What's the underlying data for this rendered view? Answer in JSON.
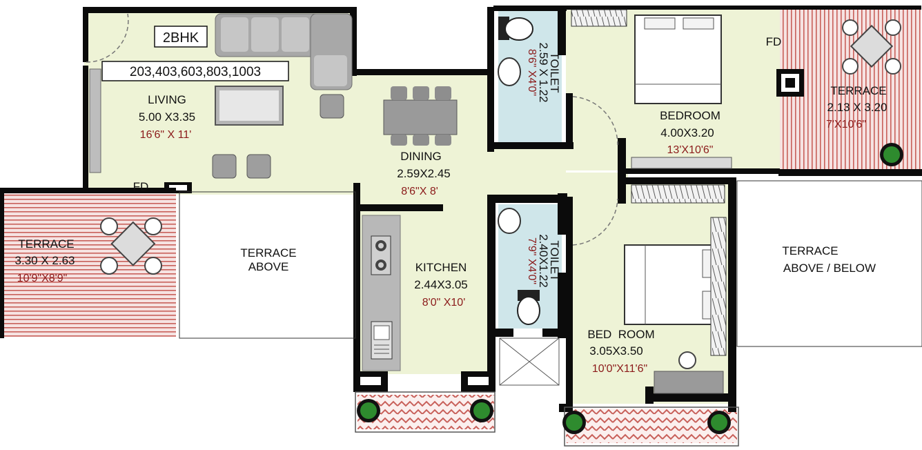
{
  "plan": {
    "type_badge": "2BHK",
    "flat_numbers": "203,403,603,803,1003"
  },
  "rooms": {
    "living": {
      "name": "LIVING",
      "metric": "5.00 X3.35",
      "feet": "16'6\" X 11'"
    },
    "dining": {
      "name": "DINING",
      "metric": "2.59X2.45",
      "feet": "8'6\"X 8'"
    },
    "kitchen": {
      "name": "KITCHEN",
      "metric": "2.44X3.05",
      "feet": "8'0\" X10'"
    },
    "toilet1": {
      "name": "TOILET",
      "metric": "2.59 X 1.22",
      "feet": "8'6\" X4'0\""
    },
    "toilet2": {
      "name": "TOILET",
      "metric": "2.40X1.22",
      "feet": "7'9\" X4'0\""
    },
    "bedroom1": {
      "name": "BEDROOM",
      "metric": "4.00X3.20",
      "feet": "13'X10'6\""
    },
    "bedroom2": {
      "name": "BED  ROOM",
      "metric": "3.05X3.50",
      "feet": "10'0\"X11'6\""
    },
    "terrace_left": {
      "name": "TERRACE",
      "metric": "3.30 X 2.63",
      "feet": "10'9\"X8'9\""
    },
    "terrace_right": {
      "name": "TERRACE",
      "metric": "2.13 X 3.20",
      "feet": "7'X10'6\""
    }
  },
  "markers": {
    "fd_living": "FD",
    "fd_bedroom": "FD"
  },
  "outside": {
    "terrace_above_line1": "TERRACE",
    "terrace_above_line2": "ABOVE",
    "terrace_above_below_line1": "TERRACE",
    "terrace_above_below_line2": "ABOVE / BELOW"
  },
  "colors": {
    "floor": "#eef3d6",
    "toilet_floor": "#cfe6ea",
    "terrace_floor": "#f4dede",
    "terrace_stripe": "#c8605a",
    "wall": "#0b0b0b",
    "furniture": "#a8a8a8",
    "plant": "#2e8b2e"
  },
  "icons": [
    "sofa-icon",
    "tv-unit-icon",
    "dining-table-icon",
    "bed-icon",
    "wc-icon",
    "washbasin-icon",
    "gas-stove-icon",
    "sink-icon",
    "plant-pot-icon",
    "outdoor-table-icon",
    "door-swing-icon"
  ]
}
